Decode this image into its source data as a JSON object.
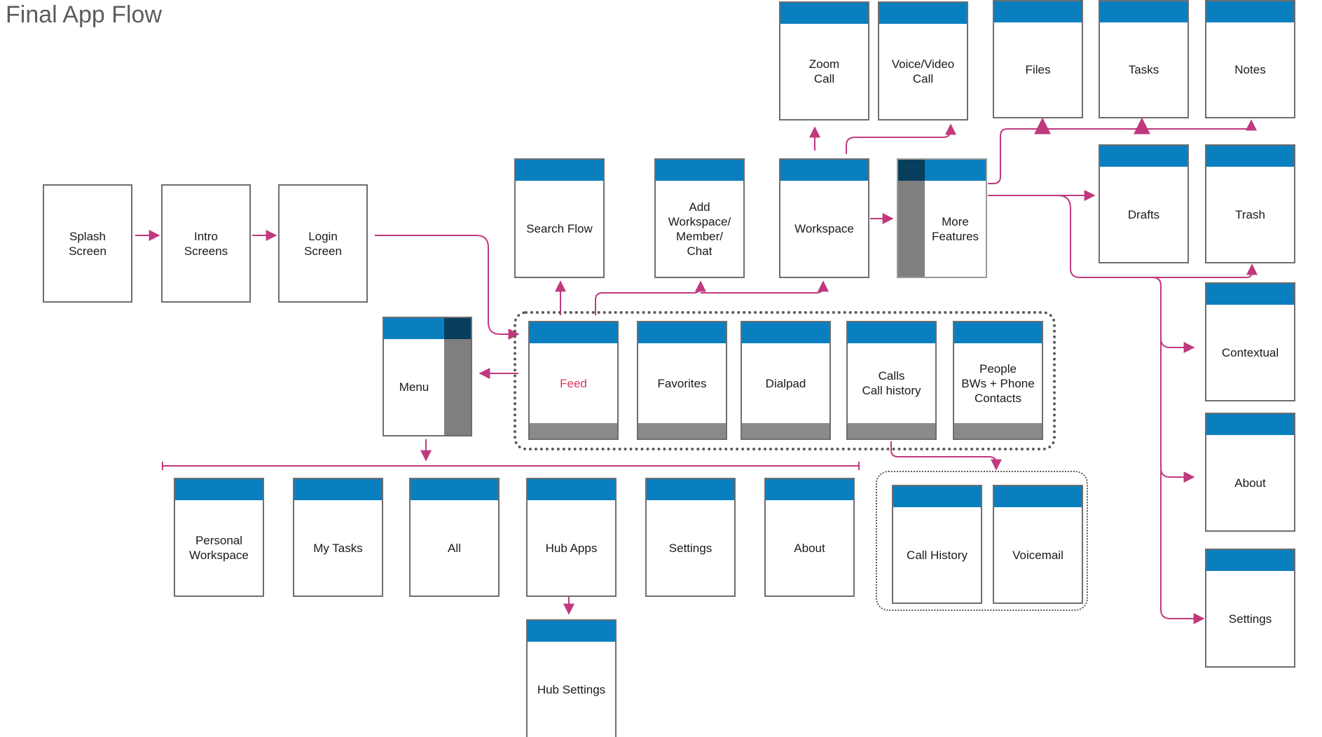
{
  "title": "Final App Flow",
  "colors": {
    "header": "#0a7fc0",
    "arrow": "#c0397f",
    "border": "#6e6e6e",
    "highlight_text": "#d63a5c"
  },
  "screens": {
    "splash": "Splash\nScreen",
    "intro": "Intro\nScreens",
    "login": "Login\nScreen",
    "search_flow": "Search Flow",
    "add_workspace": "Add\nWorkspace/\nMember/\nChat",
    "workspace": "Workspace",
    "more_features": "More\nFeatures",
    "zoom_call": "Zoom\nCall",
    "voice_video_call": "Voice/Video\nCall",
    "files": "Files",
    "tasks": "Tasks",
    "notes": "Notes",
    "drafts": "Drafts",
    "trash": "Trash",
    "contextual": "Contextual",
    "about_right": "About",
    "settings_right": "Settings",
    "menu": "Menu",
    "feed": "Feed",
    "favorites": "Favorites",
    "dialpad": "Dialpad",
    "calls": "Calls\nCall history",
    "people": "People\nBWs + Phone\nContacts",
    "personal_workspace": "Personal\nWorkspace",
    "my_tasks": "My Tasks",
    "all": "All",
    "hub_apps": "Hub Apps",
    "settings_menu": "Settings",
    "about_menu": "About",
    "hub_settings": "Hub Settings",
    "call_history": "Call History",
    "voicemail": "Voicemail"
  }
}
